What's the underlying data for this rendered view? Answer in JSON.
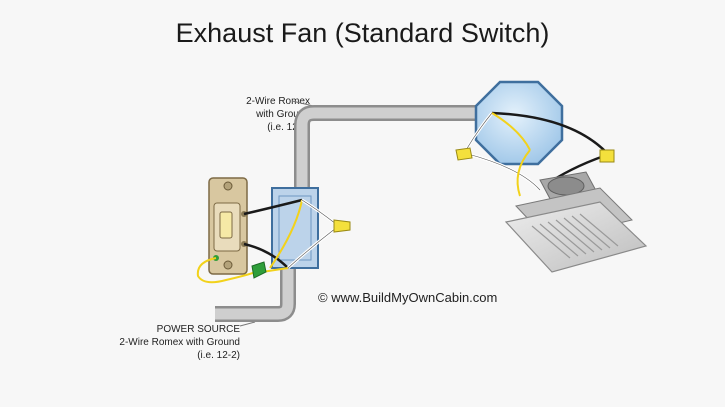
{
  "title": "Exhaust Fan (Standard Switch)",
  "romex_top_label": {
    "line1": "2-Wire Romex",
    "line2": "with Ground",
    "line3": "(i.e. 12-2)"
  },
  "power_source_label": {
    "line1": "POWER SOURCE",
    "line2": "2-Wire Romex with Ground",
    "line3": "(i.e. 12-2)"
  },
  "copyright": "© www.BuildMyOwnCabin.com",
  "colors": {
    "cable": "#b8b8b8",
    "hot_wire": "#1a1a1a",
    "neutral_wire": "#ffffff",
    "ground_wire": "#f2d21b",
    "wire_nut_yellow": "#f4e03c",
    "wire_nut_green": "#2f9e3a",
    "box": "#5a87b8",
    "junction_box": "#9ec6e8"
  }
}
